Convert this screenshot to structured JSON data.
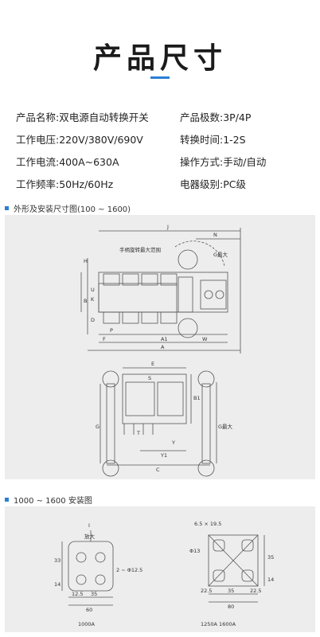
{
  "page_title": "产品尺寸",
  "specs": [
    {
      "left": "产品名称:双电源自动转换开关",
      "right": "产品极数:3P/4P"
    },
    {
      "left": "工作电压:220V/380V/690V",
      "right": "转换时间:1-2S"
    },
    {
      "left": "工作电流:400A~630A",
      "right": "操作方式:手动/自动"
    },
    {
      "left": "工作频率:50Hz/60Hz",
      "right": "电器级别:PC级"
    }
  ],
  "section1": {
    "title": "外形及安装尺寸图(100 ~ 1600)",
    "labels": {
      "handle_range": "手柄旋转最大范围",
      "handle_max": "G最大",
      "handle_max2": "G最大",
      "J": "J",
      "N": "N",
      "H": "H",
      "B": "B",
      "U": "U",
      "K": "K",
      "D": "D",
      "P": "P",
      "F": "F",
      "A1": "A1",
      "A": "A",
      "W": "W",
      "E": "E",
      "S": "S",
      "B1": "B1",
      "G": "G",
      "T": "T",
      "Y": "Y",
      "Y1": "Y1",
      "C": "C"
    }
  },
  "section2": {
    "title": "1000 ~ 1600 安装图",
    "left_drawing": {
      "caption": "1000A",
      "labels": {
        "I": "I",
        "max": "放大",
        "hole": "2 ~ Φ12.5",
        "d33": "33",
        "d14": "14",
        "d12_5": "12.5",
        "d35": "35",
        "d60": "60"
      }
    },
    "right_drawing": {
      "caption": "1250A  1600A",
      "labels": {
        "slot": "6.5 × 19.5",
        "hole": "Φ13",
        "d35v": "35",
        "d14v": "14",
        "d22_5a": "22.5",
        "d35": "35",
        "d22_5b": "22.5",
        "d80": "80"
      }
    }
  }
}
